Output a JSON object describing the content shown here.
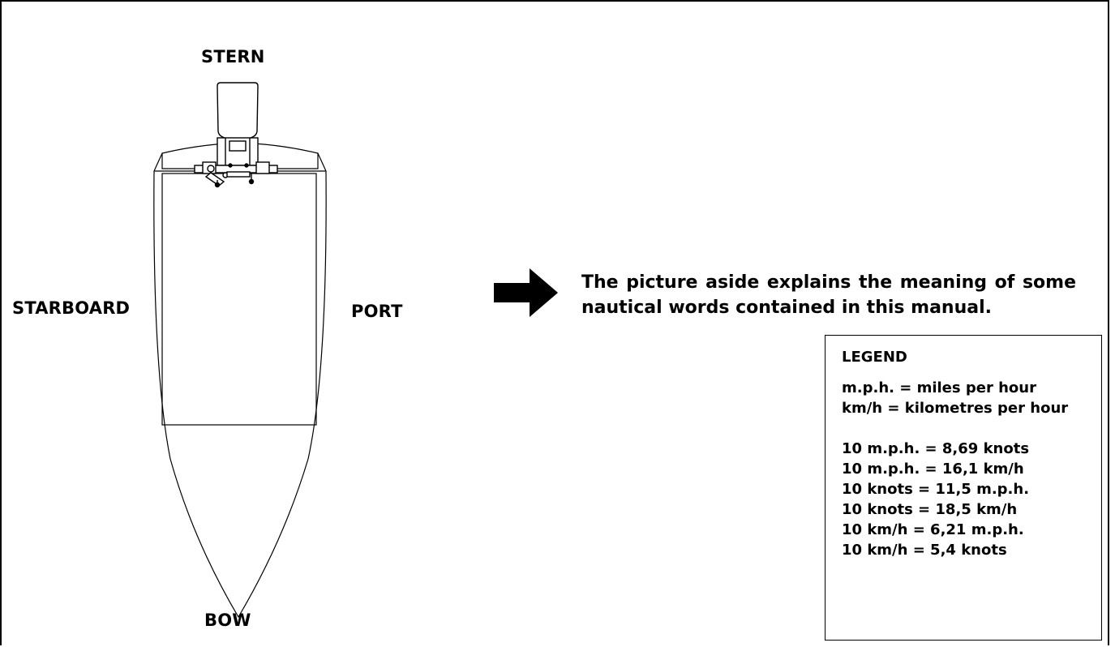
{
  "labels": {
    "stern": "STERN",
    "starboard": "STARBOARD",
    "port": "PORT",
    "bow": "BOW"
  },
  "intro_text": "The picture aside explains the meaning of some nautical words contained in this manual.",
  "legend": {
    "title": "LEGEND",
    "definitions": [
      "m.p.h. = miles per hour",
      "km/h = kilometres per hour"
    ],
    "conversions": [
      "10 m.p.h. = 8,69 knots",
      "10 m.p.h. = 16,1 km/h",
      "10 knots = 11,5 m.p.h.",
      "10 knots = 18,5 km/h",
      "10 km/h = 6,21 m.p.h.",
      "10 km/h = 5,4 knots"
    ]
  },
  "colors": {
    "ink": "#000000",
    "paper": "#ffffff"
  }
}
